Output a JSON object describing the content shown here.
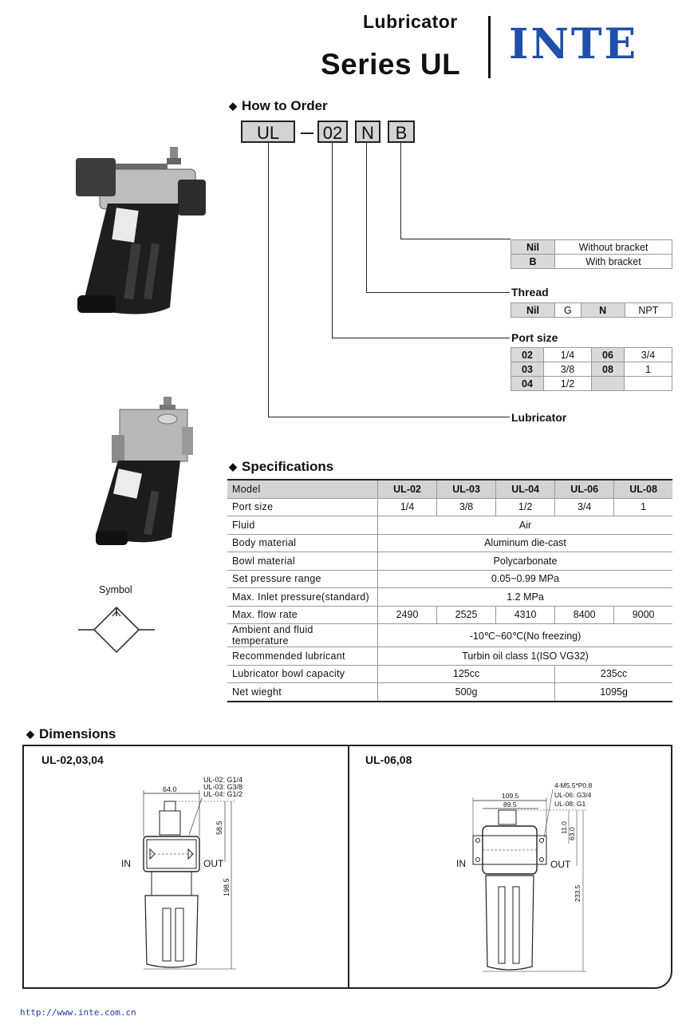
{
  "header": {
    "subtitle": "Lubricator",
    "title": "Series UL",
    "brand": "INTE"
  },
  "order": {
    "section_title": "How to Order",
    "codes": [
      "UL",
      "02",
      "N",
      "B"
    ],
    "bracket_table": [
      [
        "Nil",
        "Without bracket"
      ],
      [
        "B",
        "With bracket"
      ]
    ],
    "thread_label": "Thread",
    "thread_table": [
      "Nil",
      "G",
      "N",
      "NPT"
    ],
    "port_label": "Port size",
    "port_table": [
      [
        "02",
        "1/4",
        "06",
        "3/4"
      ],
      [
        "03",
        "3/8",
        "08",
        "1"
      ],
      [
        "04",
        "1/2",
        "",
        ""
      ]
    ],
    "lubricator_label": "Lubricator"
  },
  "symbol_label": "Symbol",
  "specs": {
    "section_title": "Specifications",
    "header": [
      "Model",
      "UL-02",
      "UL-03",
      "UL-04",
      "UL-06",
      "UL-08"
    ],
    "port_size": [
      "Port size",
      "1/4",
      "3/8",
      "1/2",
      "3/4",
      "1"
    ],
    "fluid": [
      "Fluid",
      "Air"
    ],
    "body_material": [
      "Body material",
      "Aluminum die-cast"
    ],
    "bowl_material": [
      "Bowl material",
      "Polycarbonate"
    ],
    "pressure_range": [
      "Set pressure range",
      "0.05~0.99 MPa"
    ],
    "max_inlet": [
      "Max. Inlet pressure(standard)",
      "1.2 MPa"
    ],
    "flow_rate": [
      "Max. flow rate",
      "2490",
      "2525",
      "4310",
      "8400",
      "9000"
    ],
    "temperature": [
      "Ambient and fluid temperature",
      "-10℃~60℃(No freezing)"
    ],
    "lubricant": [
      "Recommended lubricant",
      "Turbin oil class 1(ISO VG32)"
    ],
    "bowl_capacity": [
      "Lubricator bowl capacity",
      "125cc",
      "235cc"
    ],
    "weight": [
      "Net wieght",
      "500g",
      "1095g"
    ]
  },
  "dimensions": {
    "section_title": "Dimensions",
    "left": {
      "title": "UL-02,03,04",
      "width": "64.0",
      "ports": [
        "UL-02: G1/4",
        "UL-03: G3/8",
        "UL-04: G1/2"
      ],
      "upper": "58.5",
      "height": "198.5",
      "in": "IN",
      "out": "OUT"
    },
    "right": {
      "title": "UL-06,08",
      "width_outer": "109.5",
      "width_inner": "89.5",
      "screw": "4-M5.5*P0.8",
      "ports": [
        "UL-06: G3/4",
        "UL-08: G1"
      ],
      "upper_a": "63.0",
      "upper_b": "11.0",
      "height": "233.5",
      "in": "IN",
      "out": "OUT"
    }
  },
  "footer_url": "http://www.inte.com.cn"
}
